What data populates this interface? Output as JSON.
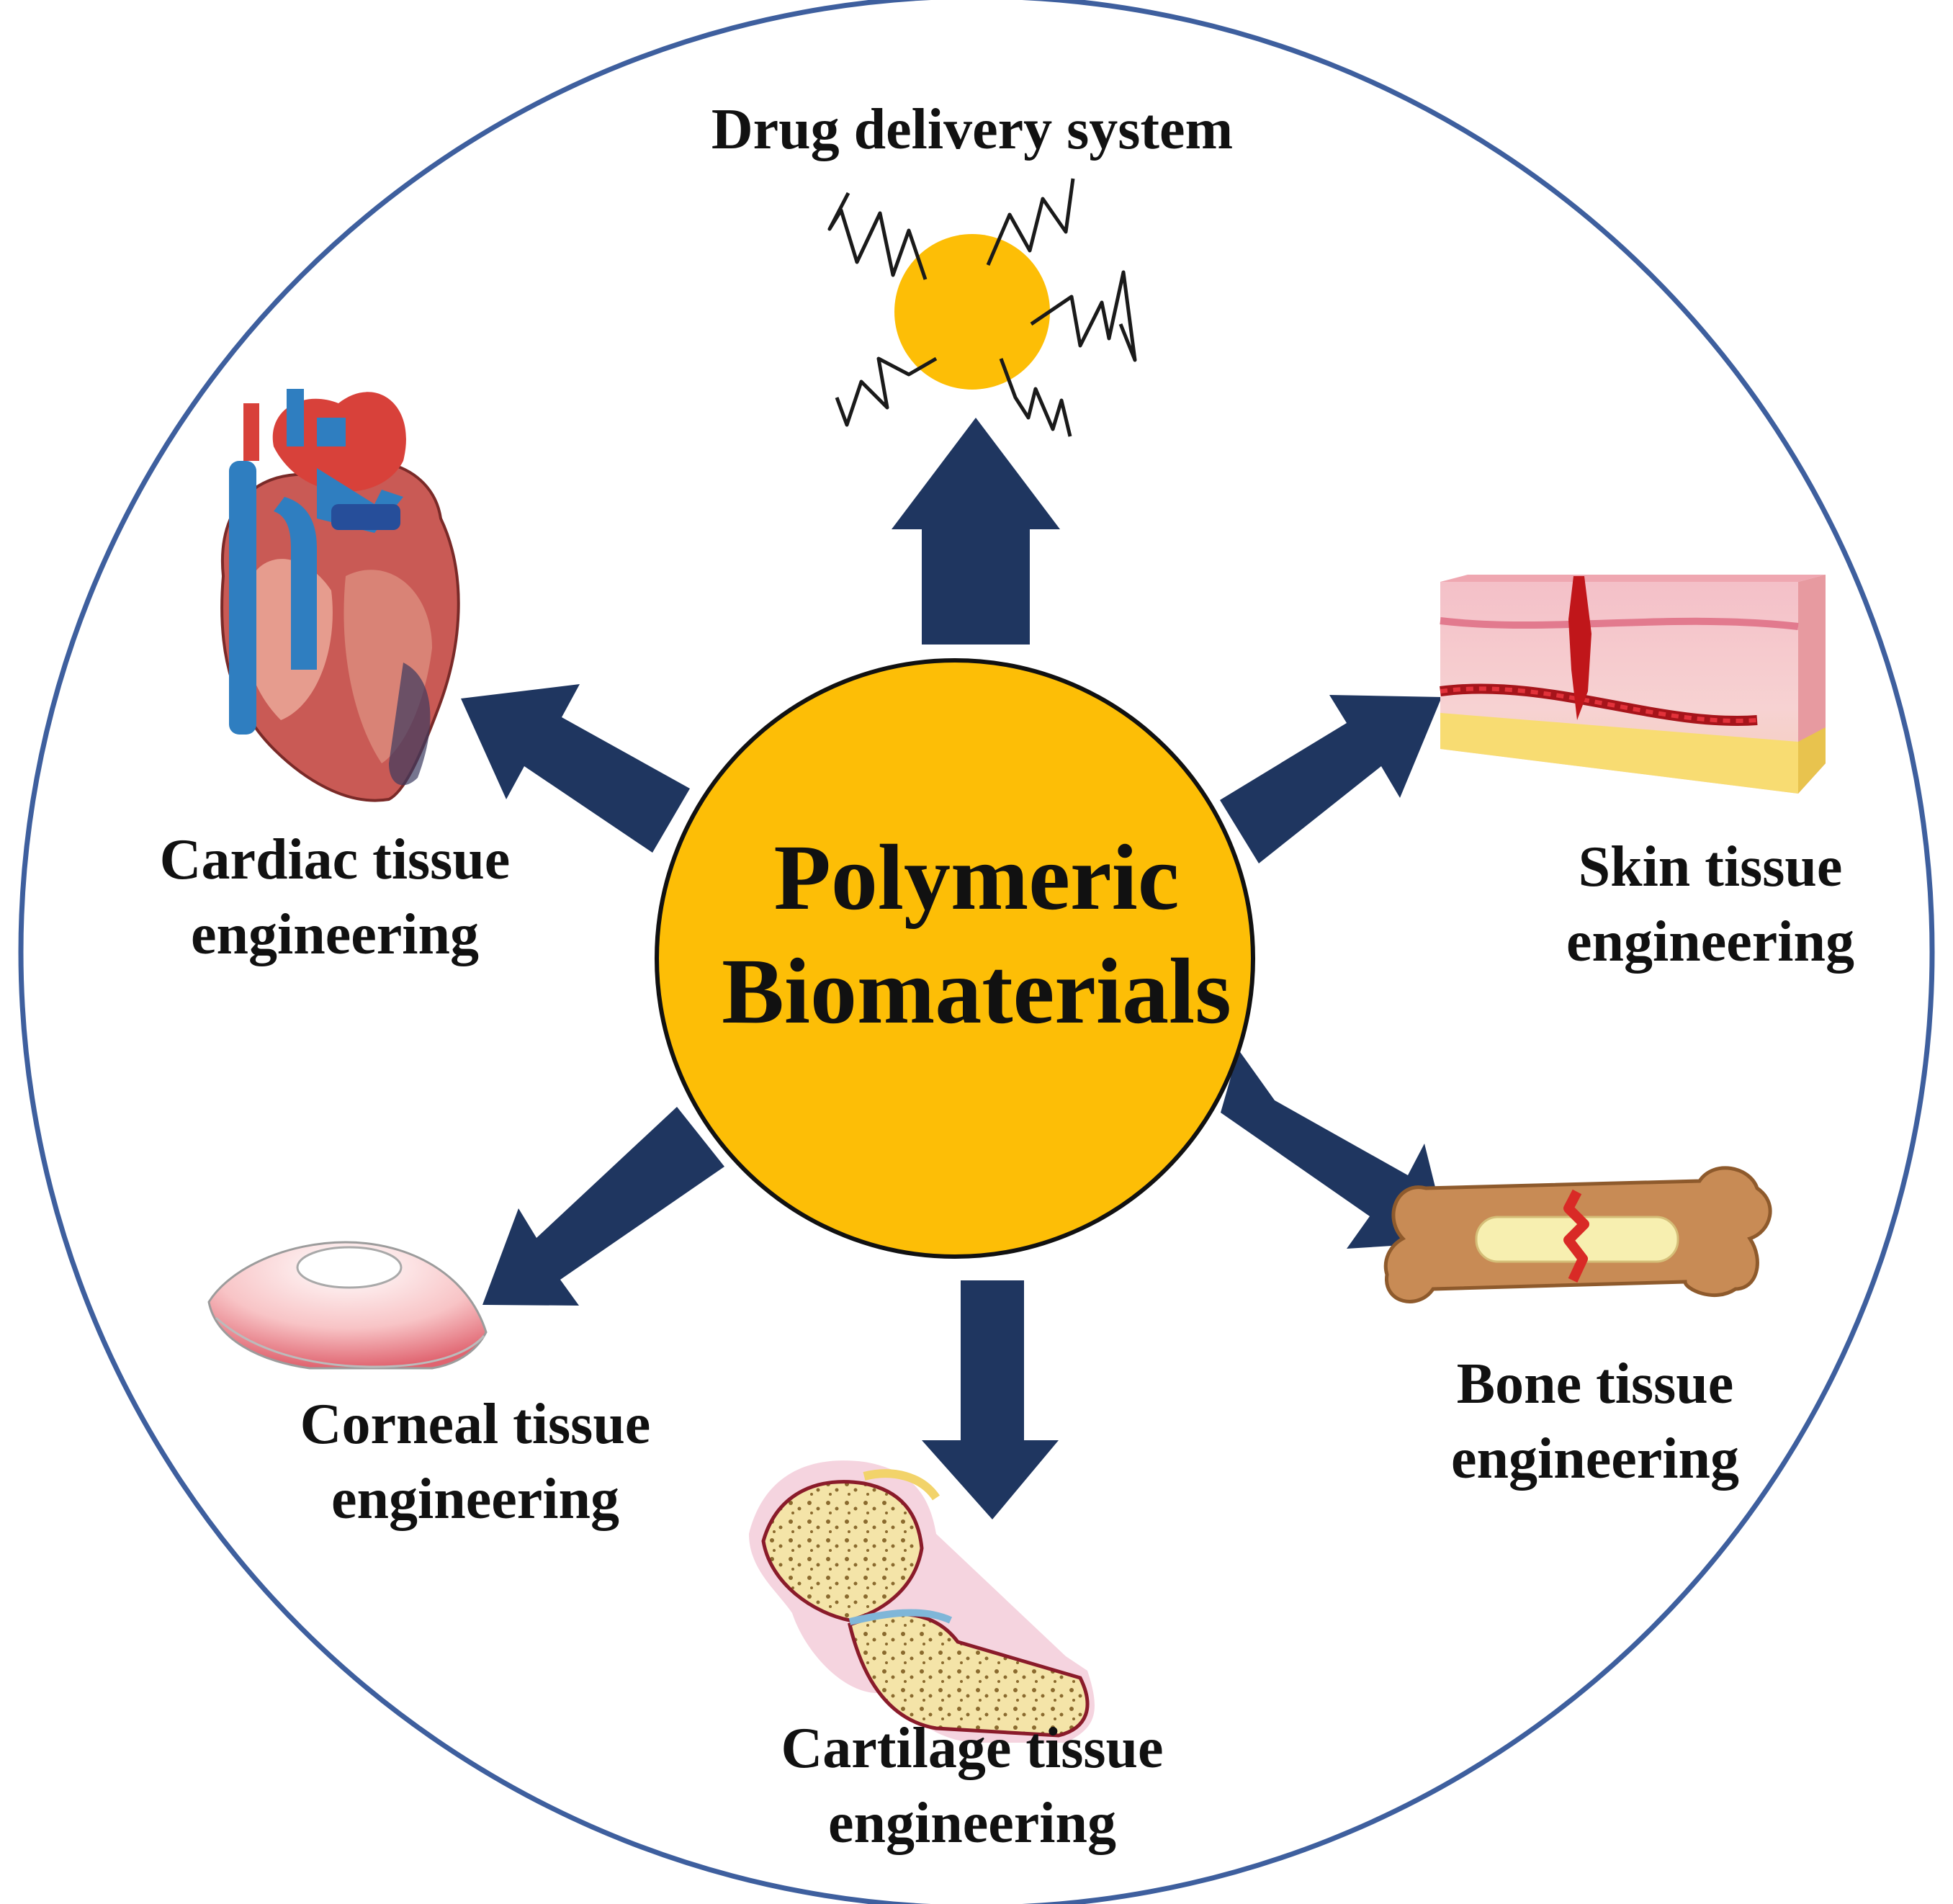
{
  "center": {
    "line1": "Polymeric",
    "line2": "Biomaterials",
    "fill_color": "#FDBE06"
  },
  "applications": {
    "drug": {
      "label": "Drug delivery system"
    },
    "cardiac": {
      "line1": "Cardiac tissue",
      "line2": "engineering"
    },
    "skin": {
      "line1": "Skin tissue",
      "line2": "engineering"
    },
    "bone": {
      "line1": "Bone tissue",
      "line2": "engineering"
    },
    "cartilage": {
      "line1": "Cartilage tissue",
      "line2": "engineering"
    },
    "corneal": {
      "line1": "Corneal tissue",
      "line2": "engineering"
    }
  },
  "colors": {
    "outer_ring": "#3E5F9E",
    "arrow": "#1F3660",
    "nanoparticle": "#FDBE06"
  },
  "icons": [
    "nanoparticle-icon",
    "heart-icon",
    "skin-wound-icon",
    "broken-bone-icon",
    "knee-joint-icon",
    "cornea-lens-icon"
  ]
}
